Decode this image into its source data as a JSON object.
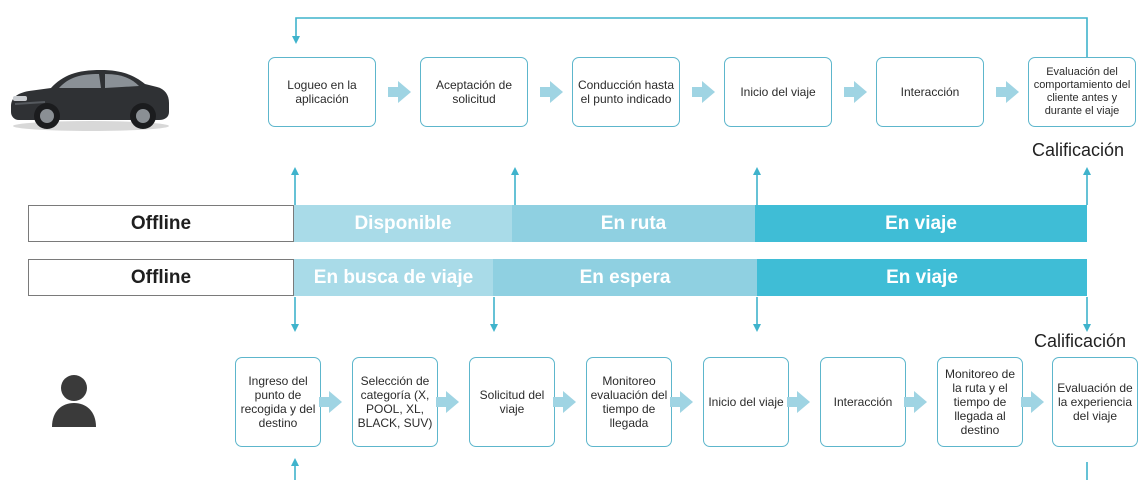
{
  "driver_flow": {
    "steps": [
      "Logueo en la aplicación",
      "Aceptación de solicitud",
      "Conducción hasta el punto indicado",
      "Inicio del viaje",
      "Interacción",
      "Evaluación del comportamiento del cliente antes y durante el viaje"
    ],
    "rating_label": "Calificación"
  },
  "driver_states": [
    "Offline",
    "Disponible",
    "En ruta",
    "En viaje"
  ],
  "rider_states": [
    "Offline",
    "En busca de viaje",
    "En espera",
    "En viaje"
  ],
  "rider_flow": {
    "steps": [
      "Ingreso del punto de recogida y del destino",
      "Selección de categoría (X, POOL, XL, BLACK, SUV)",
      "Solicitud del viaje",
      "Monitoreo evaluación del tiempo de llegada",
      "Inicio del viaje",
      "Interacción",
      "Monitoreo de la ruta y el tiempo de llegada al destino",
      "Evaluación de la experiencia del viaje"
    ],
    "rating_label": "Calificación"
  },
  "colors": {
    "accent_dark": "#3fbdd6",
    "accent_mid": "#8fd0e1",
    "accent_light": "#a9dbe8",
    "box_border": "#5db6cc",
    "chevron": "#9fd4e3"
  },
  "icons": [
    "car-icon",
    "person-icon"
  ]
}
